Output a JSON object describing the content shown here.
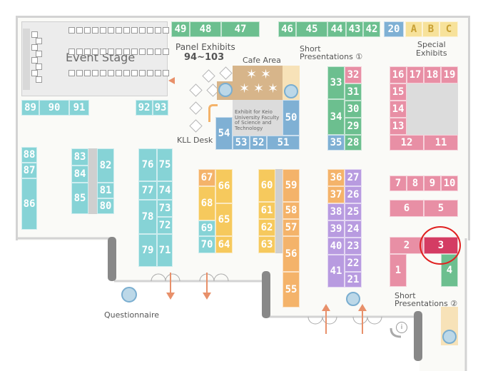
{
  "labels": {
    "event_stage": "Event Stage",
    "panel_exhibits_line1": "Panel Exhibits",
    "panel_exhibits_line2": "94~103",
    "cafe_area": "Cafe Area",
    "short_pres_1_line1": "Short",
    "short_pres_1_line2": "Presentations ①",
    "special_exhibits_line1": "Special",
    "special_exhibits_line2": "Exhibits",
    "kll_desk": "KLL Desk",
    "exhibit_for_keio": "Exhibit for Keio University Faculty of Science and Technology",
    "questionnaire": "Questionnaire",
    "short_pres_2_line1": "Short",
    "short_pres_2_line2": "Presentations ②"
  },
  "booths": {
    "b49": "49",
    "b48": "48",
    "b47": "47",
    "b46": "46",
    "b45": "45",
    "b44": "44",
    "b43": "43",
    "b42": "42",
    "b20": "20",
    "bA": "A",
    "bB": "B",
    "bC": "C",
    "b89": "89",
    "b90": "90",
    "b91": "91",
    "b92": "92",
    "b93": "93",
    "b32": "32",
    "b33": "33",
    "b31": "31",
    "b34": "34",
    "b30": "30",
    "b29": "29",
    "b35": "35",
    "b28": "28",
    "b16": "16",
    "b17": "17",
    "b18": "18",
    "b19": "19",
    "b15": "15",
    "b14": "14",
    "b13": "13",
    "b12": "12",
    "b11": "11",
    "b50": "50",
    "b54": "54",
    "b53": "53",
    "b52": "52",
    "b51": "51",
    "b88": "88",
    "b87": "87",
    "b86": "86",
    "b83": "83",
    "b84": "84",
    "b85": "85",
    "b82": "82",
    "b81": "81",
    "b80": "80",
    "b76": "76",
    "b75": "75",
    "b77": "77",
    "b74": "74",
    "b78": "78",
    "b73": "73",
    "b72": "72",
    "b79": "79",
    "b71": "71",
    "b67": "67",
    "b66": "66",
    "b68": "68",
    "b65": "65",
    "b69": "69",
    "b70": "70",
    "b64": "64",
    "b60": "60",
    "b59": "59",
    "b61": "61",
    "b58": "58",
    "b62": "62",
    "b57": "57",
    "b63": "63",
    "b56": "56",
    "b55": "55",
    "b36": "36",
    "b27": "27",
    "b37": "37",
    "b26": "26",
    "b38": "38",
    "b25": "25",
    "b39": "39",
    "b24": "24",
    "b40": "40",
    "b23": "23",
    "b41": "41",
    "b22": "22",
    "b21": "21",
    "b7": "7",
    "b8": "8",
    "b9": "9",
    "b10": "10",
    "b6": "6",
    "b5": "5",
    "b2": "2",
    "b3": "3",
    "b1": "1",
    "b4": "4"
  },
  "highlighted_booth": "3",
  "colors": {
    "green": "#6cbf8f",
    "blue": "#7fb0d4",
    "teal": "#86d3d6",
    "pink": "#e88fa5",
    "highlight_pink": "#d43c63",
    "yellow": "#f6c95d",
    "orange": "#f4b36a",
    "purple": "#b89be0",
    "highlight_ring": "#e02020",
    "arrow": "#e8906a"
  },
  "icons": [
    "questionnaire-icon",
    "presentation-icon",
    "info-icon",
    "star-icon",
    "entrance-arrow-icon"
  ]
}
